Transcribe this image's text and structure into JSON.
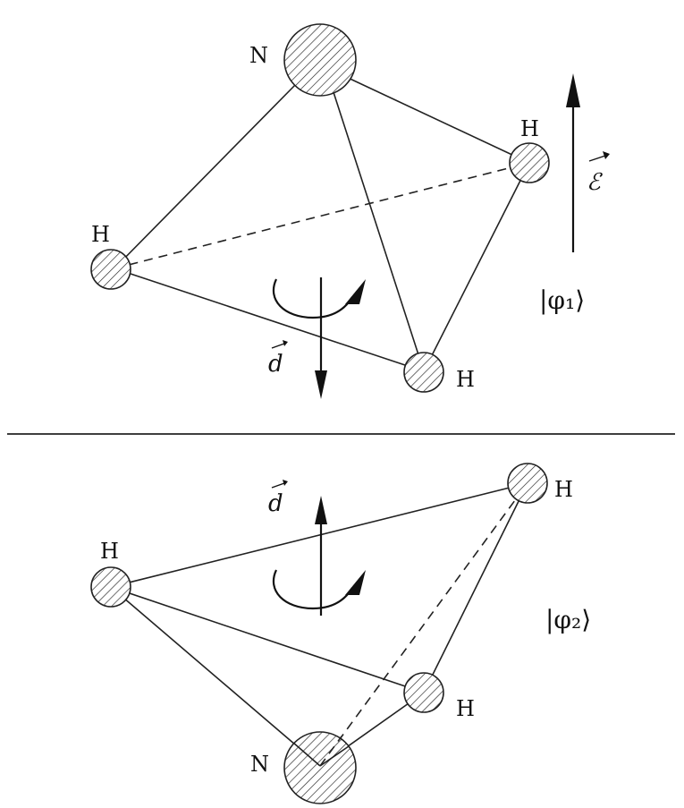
{
  "molecule_top": {
    "state_label": "|φ₁⟩",
    "dipole_label": "d",
    "field_label": "ℰ",
    "atoms": {
      "n": "N",
      "h_right": "H",
      "h_left": "H",
      "h_bottom": "H"
    }
  },
  "molecule_bottom": {
    "state_label": "|φ₂⟩",
    "dipole_label": "d",
    "atoms": {
      "n": "N",
      "h_right": "H",
      "h_left": "H",
      "h_bottom": "H"
    }
  },
  "colors": {
    "line": "#222222",
    "background": "#ffffff"
  }
}
